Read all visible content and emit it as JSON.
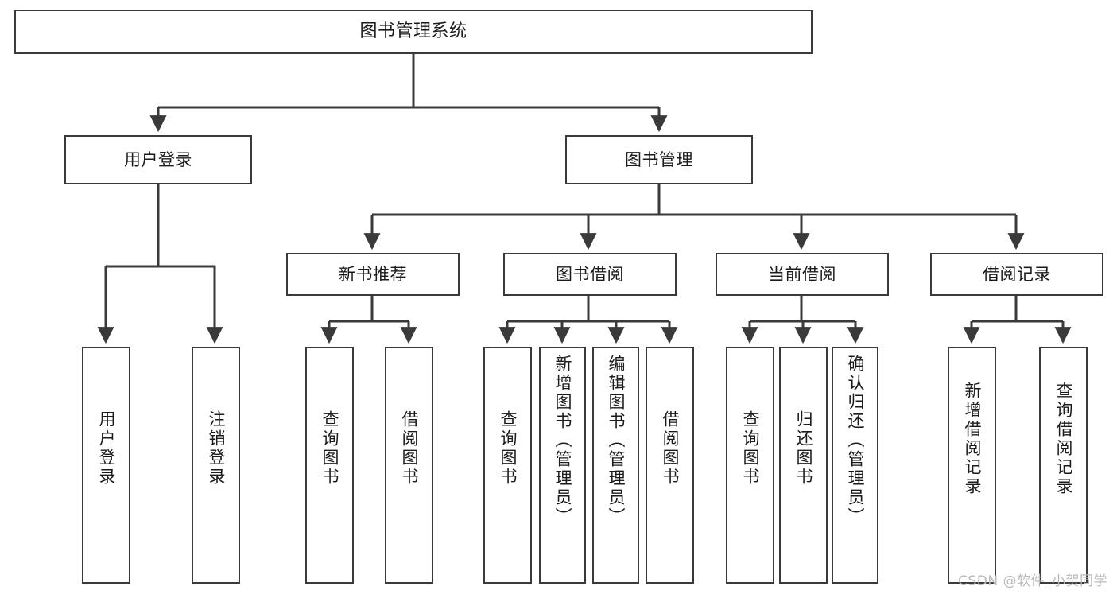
{
  "diagram": {
    "title": "图书管理系统",
    "type": "tree-structure-chart",
    "root": {
      "id": "root",
      "label": "图书管理系统"
    },
    "level1": [
      {
        "id": "user-login",
        "label": "用户登录"
      },
      {
        "id": "book-manage",
        "label": "图书管理"
      }
    ],
    "level2": [
      {
        "id": "new-book-rec",
        "label": "新书推荐",
        "parent": "book-manage"
      },
      {
        "id": "book-borrow",
        "label": "图书借阅",
        "parent": "book-manage"
      },
      {
        "id": "current-borrow",
        "label": "当前借阅",
        "parent": "book-manage"
      },
      {
        "id": "borrow-record",
        "label": "借阅记录",
        "parent": "book-manage"
      }
    ],
    "leaves": {
      "user-login": [
        {
          "id": "leaf-user-login",
          "label": "用户登录"
        },
        {
          "id": "leaf-logout",
          "label": "注销登录"
        }
      ],
      "new-book-rec": [
        {
          "id": "leaf-query-book-1",
          "label": "查询图书"
        },
        {
          "id": "leaf-borrow-book-1",
          "label": "借阅图书"
        }
      ],
      "book-borrow": [
        {
          "id": "leaf-query-book-2",
          "label": "查询图书"
        },
        {
          "id": "leaf-add-book",
          "label": "新增图书（管理员）"
        },
        {
          "id": "leaf-edit-book",
          "label": "编辑图书（管理员）"
        },
        {
          "id": "leaf-borrow-book-2",
          "label": "借阅图书"
        }
      ],
      "current-borrow": [
        {
          "id": "leaf-query-book-3",
          "label": "查询图书"
        },
        {
          "id": "leaf-return-book",
          "label": "归还图书"
        },
        {
          "id": "leaf-confirm-return",
          "label": "确认归还（管理员）"
        }
      ],
      "borrow-record": [
        {
          "id": "leaf-add-record",
          "label": "新增借阅记录"
        },
        {
          "id": "leaf-query-record",
          "label": "查询借阅记录"
        }
      ]
    }
  },
  "watermark": {
    "text": "CSDN @软件_小贺同学"
  },
  "colors": {
    "stroke": "#3a3a3a",
    "text": "#1b1b1b",
    "background": "#ffffff",
    "watermark": "#b9b9b9"
  }
}
